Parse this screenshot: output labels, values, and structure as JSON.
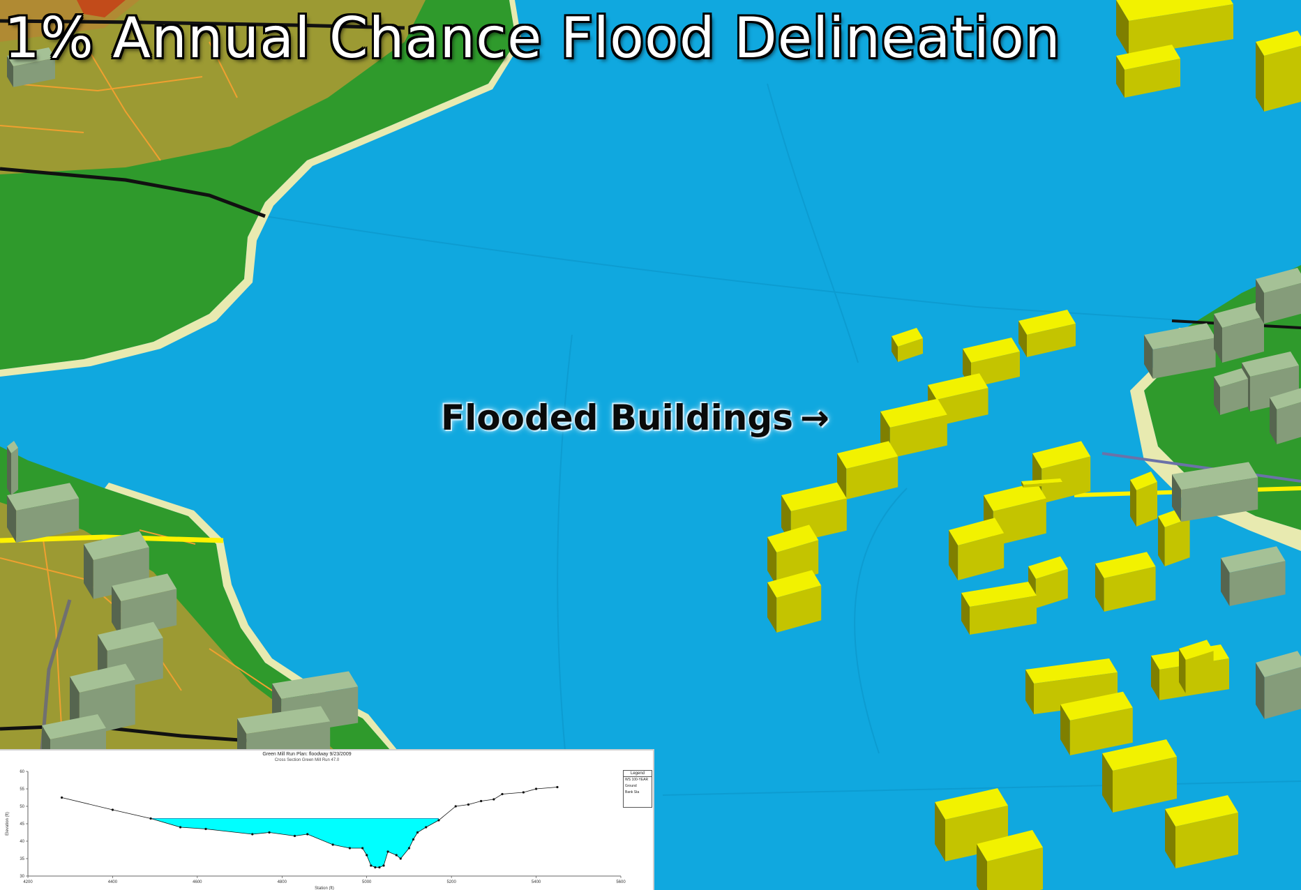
{
  "title": "1% Annual Chance Flood Delineation",
  "callout": {
    "label": "Flooded Buildings",
    "arrow": "→"
  },
  "colors": {
    "water": "#10a8df",
    "terrain_green": "#2f9a2c",
    "terrain_olive": "#9c9a33",
    "building_flooded": "#e6e600",
    "building_dry": "#9db88f",
    "road": "#f0a030",
    "rail": "#111111",
    "floodplain_fill": "#00ffff"
  },
  "profile_plot": {
    "title": "Green Mill Run      Plan: floodway      9/23/2009",
    "subtitle": "Cross Section Green Mill Run 47.0",
    "xlabel": "Station (ft)",
    "ylabel": "Elevation (ft)",
    "legend": {
      "header": "Legend",
      "items": [
        "WS 100-YEAR",
        "Ground",
        "Bank Sta"
      ]
    }
  },
  "chart_data": {
    "type": "area",
    "title": "Green Mill Run      Plan: floodway      9/23/2009",
    "subtitle": "Cross Section Green Mill Run 47.0",
    "xlabel": "Station (ft)",
    "ylabel": "Elevation (ft)",
    "xlim": [
      4200,
      5600
    ],
    "ylim": [
      30,
      60
    ],
    "xticks": [
      4200,
      4400,
      4600,
      4800,
      5000,
      5200,
      5400,
      5600
    ],
    "yticks": [
      30,
      35,
      40,
      45,
      50,
      55,
      60
    ],
    "grid": false,
    "legend_position": "right",
    "series": [
      {
        "name": "Ground",
        "x": [
          4280,
          4400,
          4490,
          4560,
          4620,
          4730,
          4770,
          4830,
          4860,
          4920,
          4960,
          4990,
          5000,
          5010,
          5020,
          5030,
          5040,
          5050,
          5070,
          5080,
          5100,
          5110,
          5120,
          5140,
          5170,
          5210,
          5240,
          5270,
          5300,
          5320,
          5370,
          5400,
          5450
        ],
        "y": [
          52.5,
          49.0,
          46.5,
          44.0,
          43.5,
          42.0,
          42.5,
          41.5,
          42.0,
          39.0,
          38.0,
          38.0,
          36.0,
          33.0,
          32.5,
          32.5,
          33.0,
          37.0,
          36.0,
          35.0,
          38.0,
          40.5,
          42.5,
          44.0,
          46.0,
          50.0,
          50.5,
          51.5,
          52.0,
          53.5,
          54.0,
          55.0,
          55.5
        ]
      },
      {
        "name": "WS 100-YEAR",
        "x": [
          4490,
          5170
        ],
        "y": [
          46.5,
          46.5
        ]
      }
    ]
  }
}
